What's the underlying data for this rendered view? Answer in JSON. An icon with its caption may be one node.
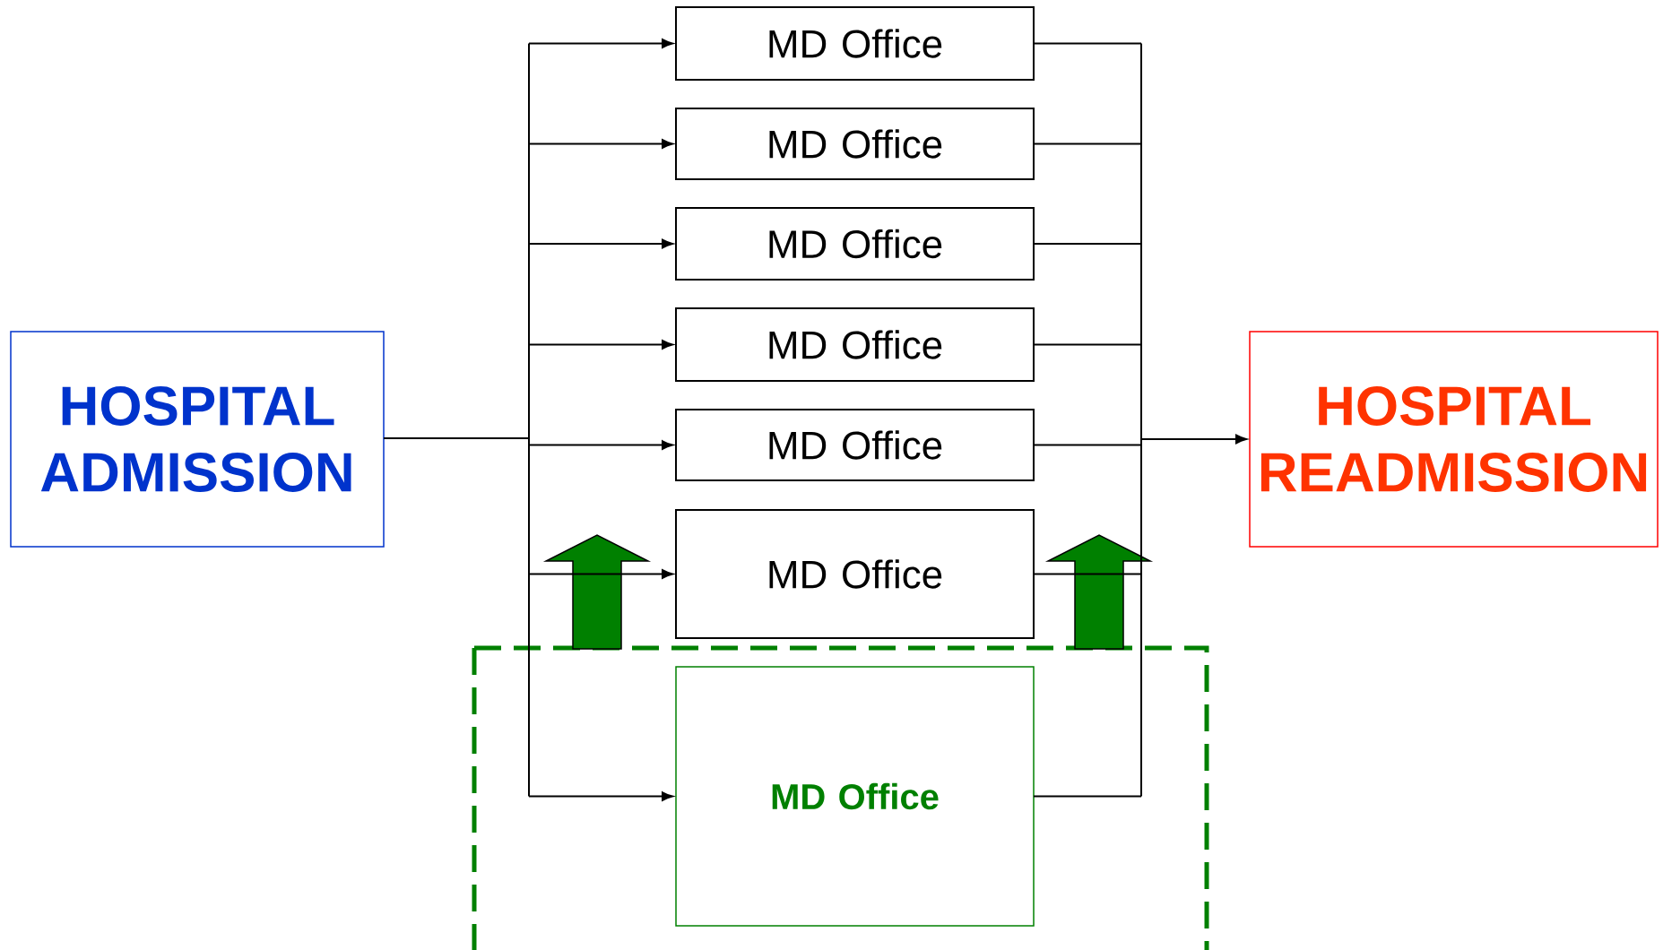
{
  "diagram": {
    "nodes": [
      {
        "text": [
          "HOSPITAL ADMISSION"
        ]
      },
      {
        "text": [
          "MD Office"
        ]
      },
      {
        "text": [
          "MD Office"
        ]
      },
      {
        "text": [
          "MD Office"
        ]
      },
      {
        "text": [
          "MD Office"
        ]
      },
      {
        "text": [
          "MD Office"
        ]
      },
      {
        "text": [
          "MD Office"
        ]
      },
      {
        "text": [
          "MD Office"
        ]
      },
      {
        "text": [
          "HOSPITAL READMISSION"
        ]
      }
    ],
    "edges": [
      {
        "from": 0,
        "to": 1,
        "arrow": "to"
      },
      {
        "from": 0,
        "to": 2,
        "arrow": "to"
      },
      {
        "from": 0,
        "to": 3,
        "arrow": "to"
      },
      {
        "from": 0,
        "to": 4,
        "arrow": "to"
      },
      {
        "from": 0,
        "to": 5,
        "arrow": "to"
      },
      {
        "from": 0,
        "to": 6,
        "arrow": "to"
      },
      {
        "from": 0,
        "to": 7,
        "arrow": "to"
      },
      {
        "from": 1,
        "to": 8,
        "arrow": "to"
      },
      {
        "from": 2,
        "to": 8,
        "arrow": "to"
      },
      {
        "from": 3,
        "to": 8,
        "arrow": "to"
      },
      {
        "from": 4,
        "to": 8,
        "arrow": "to"
      },
      {
        "from": 5,
        "to": 8,
        "arrow": "to"
      },
      {
        "from": 6,
        "to": 8,
        "arrow": "to"
      },
      {
        "from": 7,
        "to": 8,
        "arrow": "to"
      }
    ]
  }
}
